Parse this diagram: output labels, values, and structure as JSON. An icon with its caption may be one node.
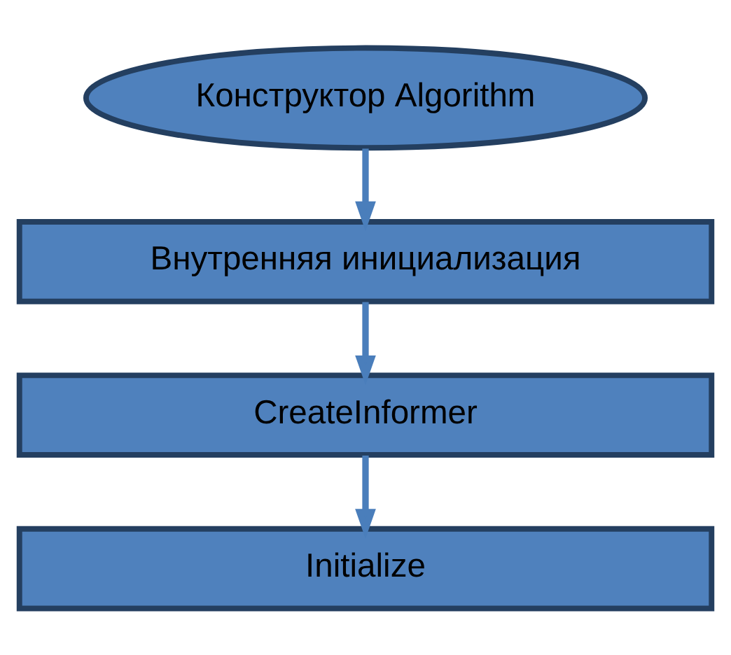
{
  "diagram": {
    "nodes": [
      {
        "text": [
          "Конструктор Algorithm"
        ]
      },
      {
        "text": [
          "Внутренняя инициализация"
        ]
      },
      {
        "text": [
          "CreateInformer"
        ]
      },
      {
        "text": [
          "Initialize"
        ]
      }
    ],
    "edges": [
      {
        "from": 0,
        "to": 1,
        "arrow": "to"
      },
      {
        "from": 1,
        "to": 2,
        "arrow": "to"
      },
      {
        "from": 2,
        "to": 3,
        "arrow": "to"
      }
    ]
  }
}
